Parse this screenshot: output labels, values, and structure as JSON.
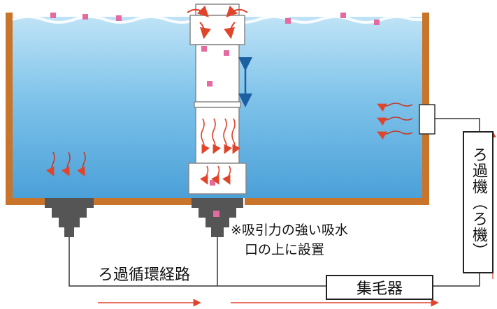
{
  "labels": {
    "filter": "ろ過機（ろ機）",
    "collector": "集毛器",
    "route": "ろ過循環経路",
    "note_line1": "※吸引力の強い吸水",
    "note_line2": "口の上に設置"
  },
  "colors": {
    "water": "#7fc3ea",
    "water_deep": "#4aa0d8",
    "tank_wall": "#c8742a",
    "drain_block": "#555555",
    "particle": "#e46aa0",
    "flow_arrow": "#e0452b",
    "pipe_line": "#333333"
  }
}
